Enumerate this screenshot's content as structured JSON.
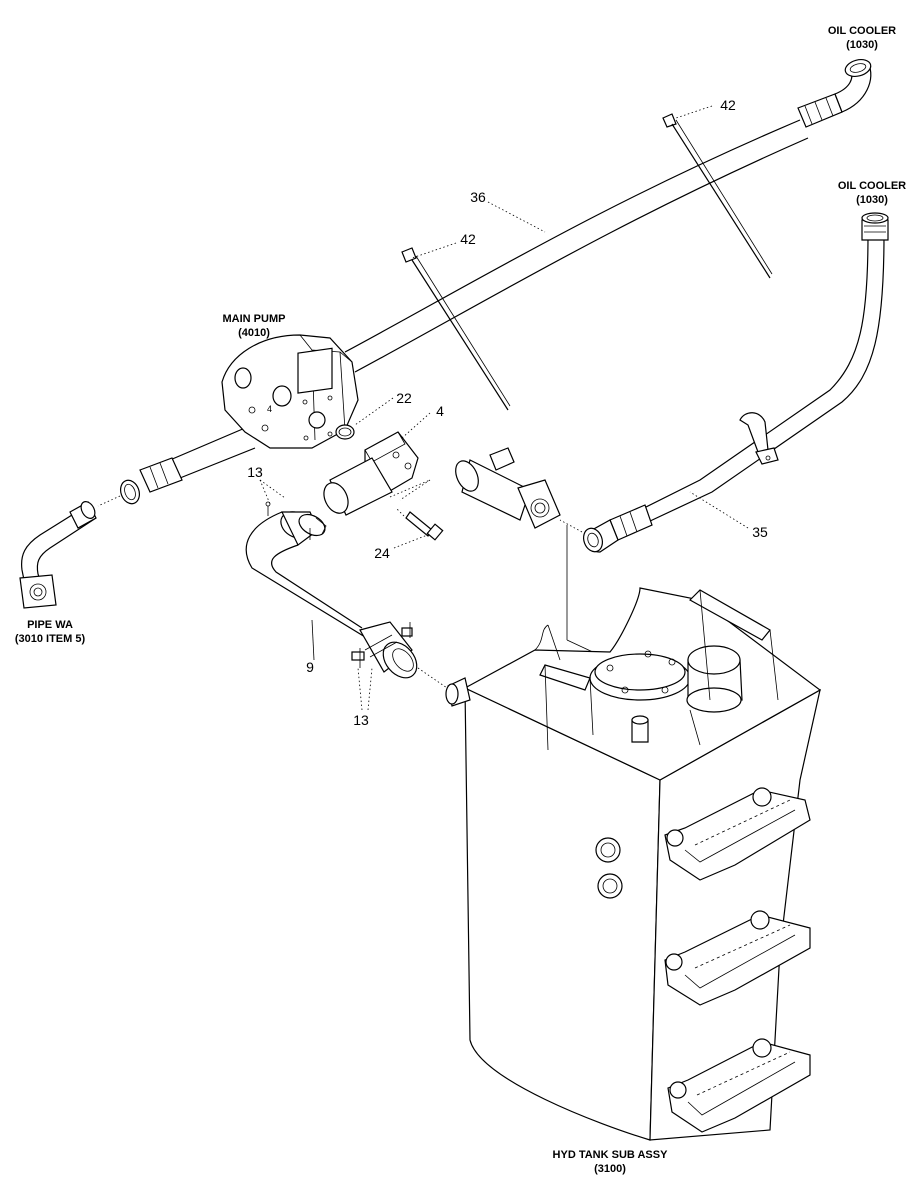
{
  "references": {
    "oil_cooler_top": {
      "name": "OIL COOLER",
      "code": "(1030)"
    },
    "oil_cooler_right": {
      "name": "OIL COOLER",
      "code": "(1030)"
    },
    "main_pump": {
      "name": "MAIN PUMP",
      "code": "(4010)"
    },
    "pipe_wa": {
      "name": "PIPE WA",
      "code": "(3010 ITEM 5)"
    },
    "hyd_tank": {
      "name": "HYD TANK SUB ASSY",
      "code": "(3100)"
    }
  },
  "callouts": {
    "c42_top": "42",
    "c42_mid": "42",
    "c36": "36",
    "c22": "22",
    "c4": "4",
    "c13_top": "13",
    "c24": "24",
    "c35": "35",
    "c9": "9",
    "c13_bottom": "13"
  },
  "pump_marking": "4"
}
